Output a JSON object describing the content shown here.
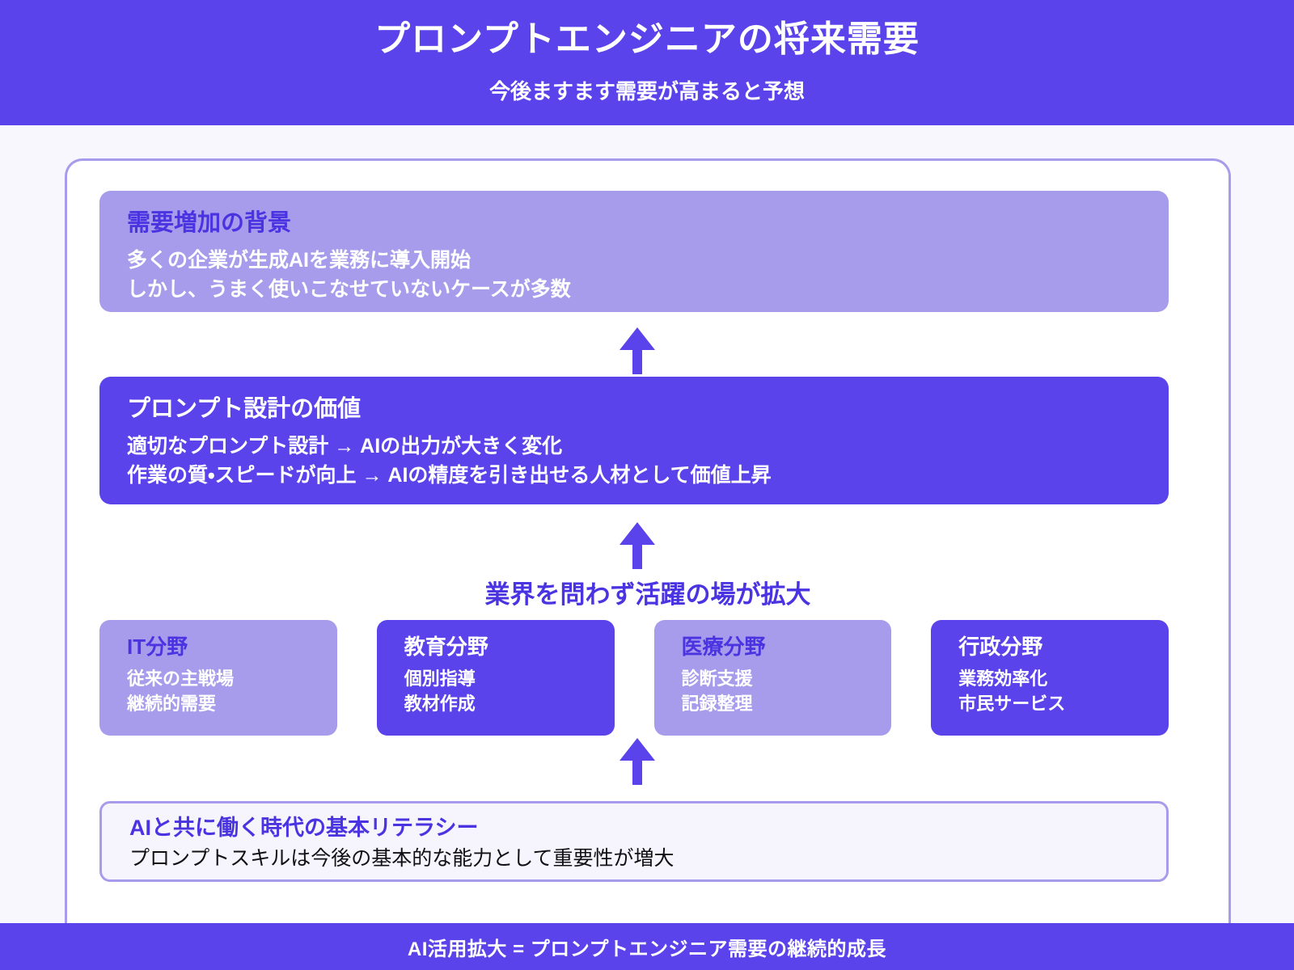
{
  "header": {
    "title": "プロンプトエンジニアの将来需要",
    "subtitle": "今後ますます需要が高まると予想"
  },
  "colors": {
    "brand_dark": "#5a43ea",
    "brand_light": "#a79ceb",
    "page_background": "#f8f7fe",
    "panel_background": "#ffffff",
    "heading_purple": "#4a33e0",
    "body_light": "#f6f5fe",
    "text_dark": "#111114",
    "text_white": "#ffffff"
  },
  "blocks": {
    "background": {
      "title": "需要増加の背景",
      "lines": [
        "多くの企業が生成AIを業務に導入開始",
        "しかし、うまく使いこなせていないケースが多数"
      ]
    },
    "value": {
      "title": "プロンプト設計の価値",
      "lines": [
        "適切なプロンプト設計 → AIの出力が大きく変化",
        "作業の質・スピードが向上 → AIの精度を引き出せる人材として価値上昇"
      ]
    },
    "literacy": {
      "title": "AIと共に働く時代の基本リテラシー",
      "text": "プロンプトスキルは今後の基本的な能力として重要性が増大"
    }
  },
  "caption": "業界を問わず活躍の場が拡大",
  "arrows": [
    {
      "name": "arrow-to-background",
      "direction": "up"
    },
    {
      "name": "arrow-to-value",
      "direction": "up"
    },
    {
      "name": "arrow-to-fields",
      "direction": "up"
    }
  ],
  "fields": [
    {
      "title": "IT分野",
      "items": [
        "従来の主戦場",
        "継続的需要"
      ],
      "style": "light"
    },
    {
      "title": "教育分野",
      "items": [
        "個別指導",
        "教材作成"
      ],
      "style": "dark"
    },
    {
      "title": "医療分野",
      "items": [
        "診断支援",
        "記録整理"
      ],
      "style": "light"
    },
    {
      "title": "行政分野",
      "items": [
        "業務効率化",
        "市民サービス"
      ],
      "style": "dark"
    }
  ],
  "footer": {
    "text": "AI活用拡大 = プロンプトエンジニア需要の継続的成長"
  }
}
